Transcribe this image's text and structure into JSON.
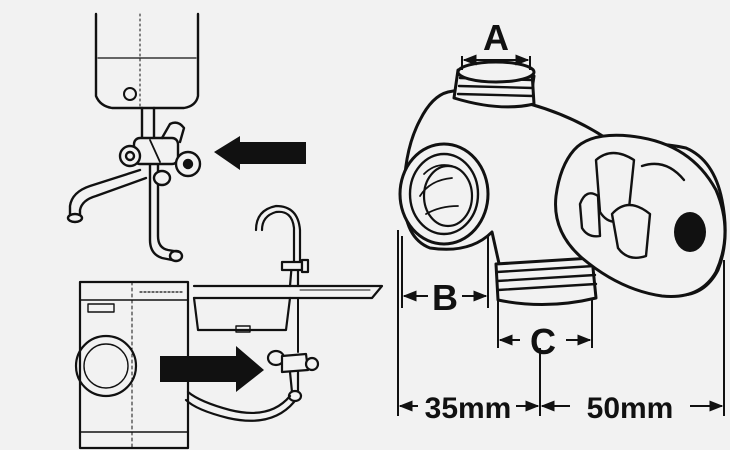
{
  "labels": {
    "a": "A",
    "b": "B",
    "c": "C",
    "dim_left": "35mm",
    "dim_right": "50mm"
  },
  "colors": {
    "ink": "#111111",
    "paper": "#f2f2f2",
    "light": "#e6e6e6"
  }
}
